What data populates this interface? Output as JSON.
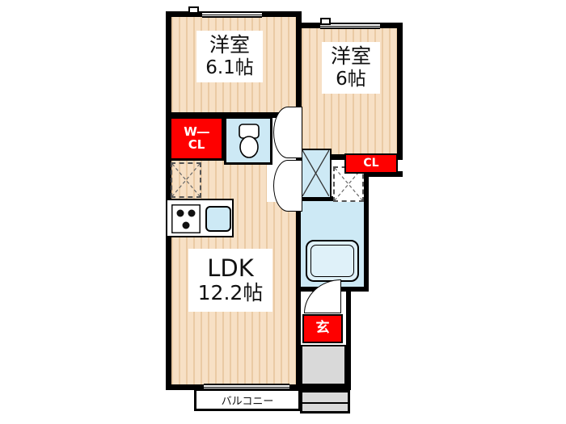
{
  "plan": {
    "bedroom1": {
      "name": "洋室",
      "size": "6.1帖"
    },
    "bedroom2": {
      "name": "洋室",
      "size": "6帖"
    },
    "ldk": {
      "name": "LDK",
      "size": "12.2帖"
    },
    "closets": {
      "walkin": "W―\nCL",
      "closet": "CL"
    },
    "entrance": {
      "label": "玄"
    },
    "balcony": {
      "label": "バルコニー"
    },
    "colors": {
      "wall": "#000000",
      "wood_light": "#f7e0c5",
      "wood_dark": "#eacaa4",
      "label_red": "#fe0000",
      "fixture_blue": "#cde9f5",
      "step_gray": "#d9d9d9"
    }
  }
}
